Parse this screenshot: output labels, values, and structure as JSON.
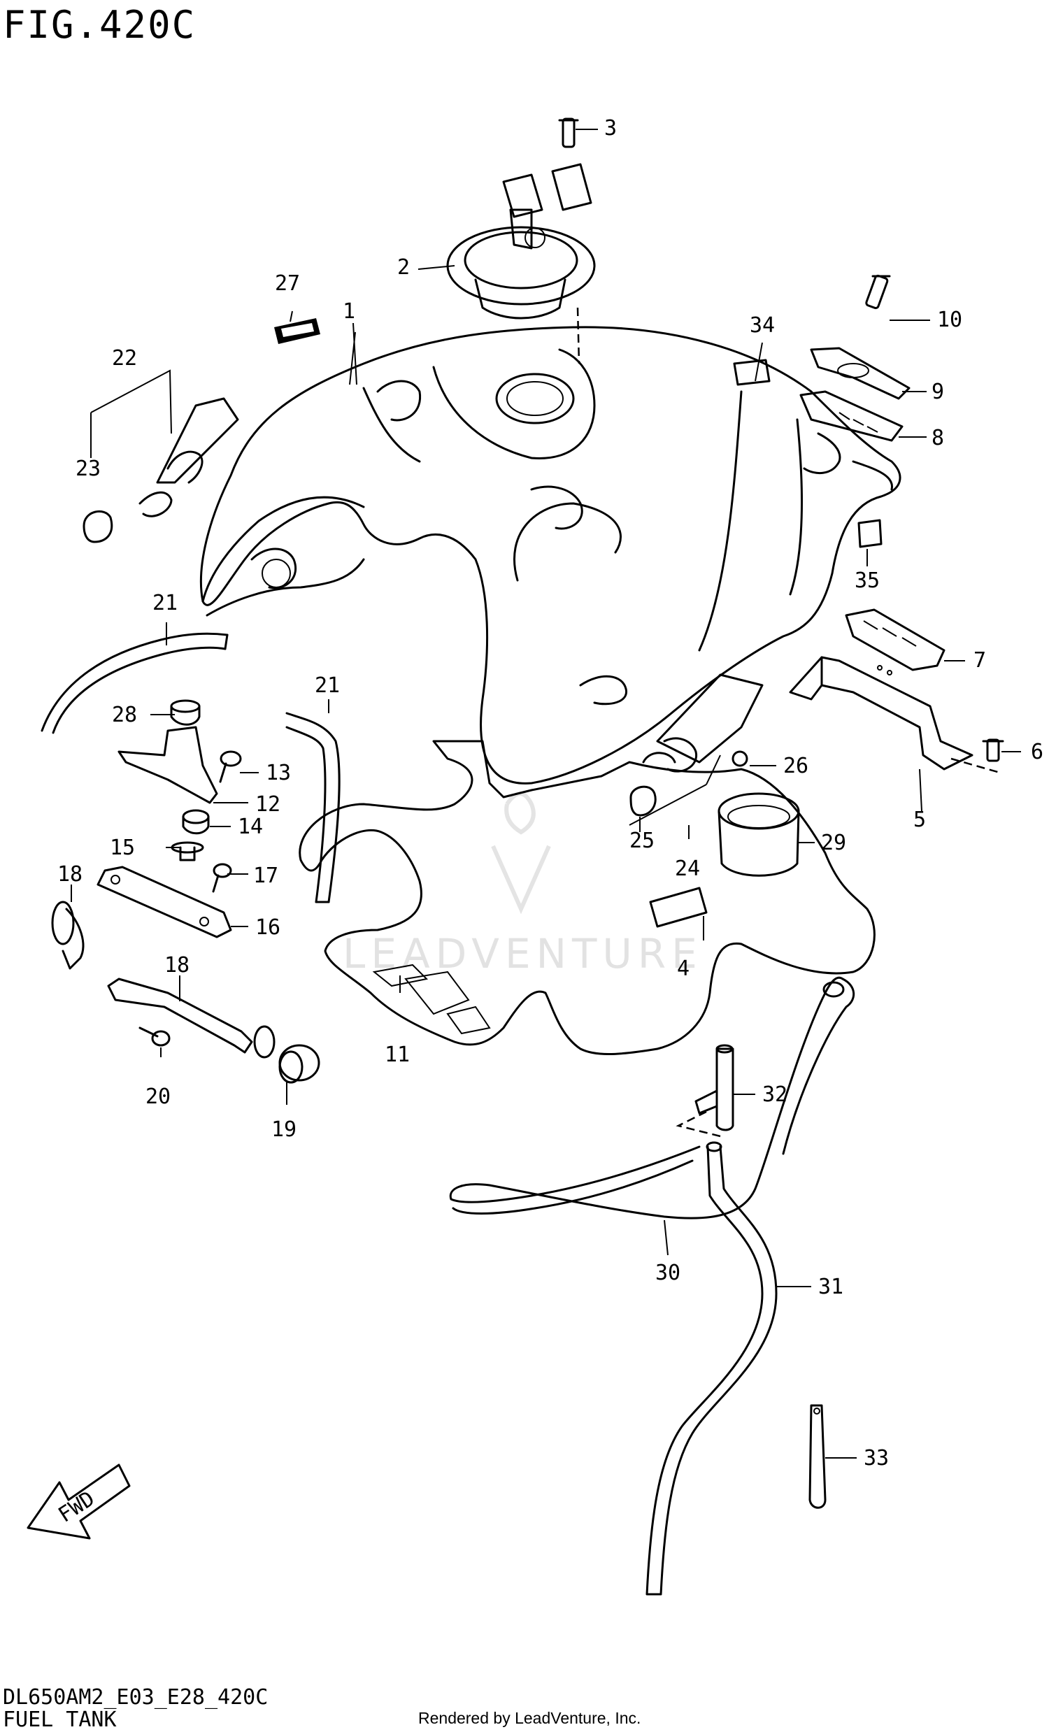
{
  "figure": {
    "title": "FIG.420C",
    "code": "DL650AM2_E03_E28_420C",
    "name": "FUEL TANK",
    "credit": "Rendered by LeadVenture, Inc.",
    "watermark": "LEADVENTURE",
    "fwd_label": "FWD"
  },
  "callouts": [
    "1",
    "2",
    "3",
    "4",
    "5",
    "6",
    "7",
    "8",
    "9",
    "10",
    "11",
    "12",
    "13",
    "14",
    "15",
    "16",
    "17",
    "18",
    "19",
    "20",
    "21",
    "22",
    "23",
    "24",
    "25",
    "26",
    "27",
    "28",
    "29",
    "30",
    "31",
    "32",
    "33",
    "34",
    "35"
  ]
}
